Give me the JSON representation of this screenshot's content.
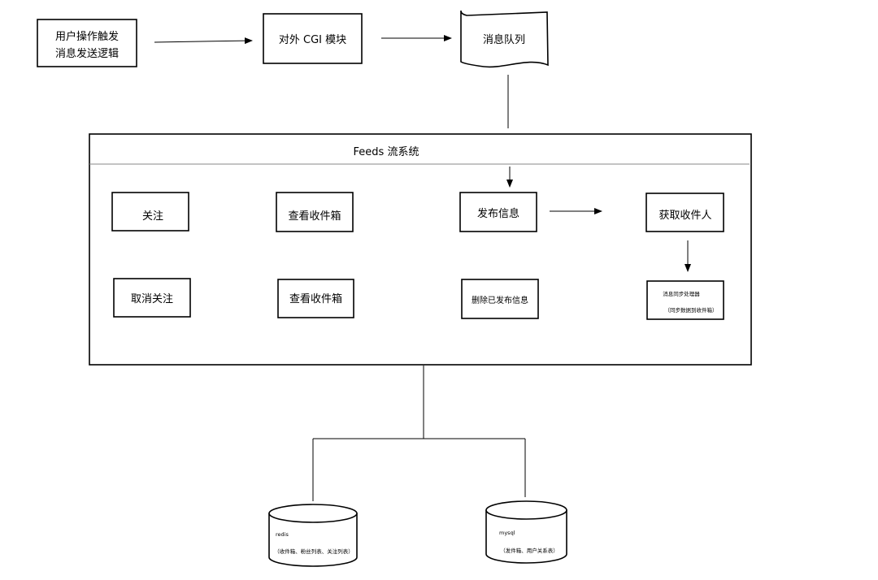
{
  "colors": {
    "stroke": "#000000",
    "background": "#ffffff",
    "divider": "#888888"
  },
  "top_flow": {
    "trigger_line1": "用户操作触发",
    "trigger_line2": "消息发送逻辑",
    "cgi": "对外 CGI 模块",
    "queue": "消息队列"
  },
  "feeds": {
    "title": "Feeds 流系统",
    "follow": "关注",
    "view_inbox_1": "查看收件箱",
    "publish": "发布信息",
    "get_receivers": "获取收件人",
    "unfollow": "取消关注",
    "view_inbox_2": "查看收件箱",
    "delete_published": "删除已发布信息",
    "sync_line1": "消息同步处理器",
    "sync_line2": "（同步数据到收件箱）"
  },
  "storage": {
    "redis_name": "redis",
    "redis_desc": "（收件箱、粉丝列表、关注列表）",
    "mysql_name": "mysql",
    "mysql_desc": "（发件箱、用户关系表）"
  }
}
